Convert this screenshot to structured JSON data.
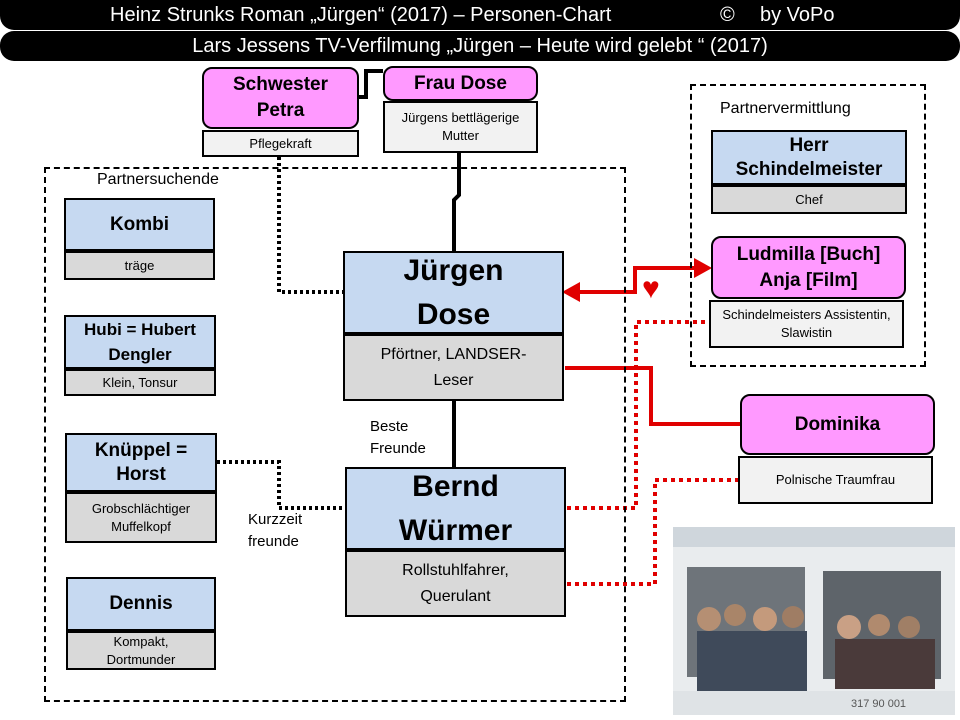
{
  "header": {
    "title": "Heinz Strunks Roman „Jürgen“ (2017)  – Personen-Chart",
    "copyright": "©",
    "credit": "by VoPo",
    "subtitle": "Lars Jessens TV-Verfilmung „Jürgen – Heute wird gelebt “ (2017)"
  },
  "groups": {
    "partnersuchende": "Partnersuchende",
    "partnervermittlung": "Partnervermittlung"
  },
  "people": {
    "schwester_petra": {
      "name": "Schwester Petra",
      "desc": "Pflegekraft"
    },
    "frau_dose": {
      "name": "Frau Dose",
      "desc": "Jürgens bettlägerige Mutter"
    },
    "juergen": {
      "name": "Jürgen Dose",
      "desc": "Pförtner, LANDSER-Leser"
    },
    "bernd": {
      "name": "Bernd Würmer",
      "desc": "Rollstuhlfahrer, Querulant"
    },
    "kombi": {
      "name": "Kombi",
      "desc": "träge"
    },
    "hubi": {
      "name": "Hubi = Hubert Dengler",
      "desc": "Klein, Tonsur"
    },
    "knueppel": {
      "name": "Knüppel = Horst",
      "desc": "Grobschlächtiger Muffelkopf"
    },
    "dennis": {
      "name": "Dennis",
      "desc": "Kompakt, Dortmunder"
    },
    "schindelmeister": {
      "name": "Herr Schindelmeister",
      "desc": "Chef"
    },
    "ludmilla": {
      "name": "Ludmilla [Buch] Anja [Film]",
      "desc": "Schindelmeisters Assistentin, Slawistin"
    },
    "dominika": {
      "name": "Dominika",
      "desc": "Polnische Traumfrau"
    }
  },
  "relations": {
    "beste_freunde": "Beste Freunde",
    "kurzzeitfreunde": "Kurzzeit freunde"
  },
  "photo": {
    "license_plate": "317 90 001"
  },
  "colors": {
    "banner": "#000000",
    "person_head": "#c6d9f1",
    "person_desc": "#d9d9d9",
    "female_head": "#ff99ff",
    "love_line": "#e00000"
  }
}
